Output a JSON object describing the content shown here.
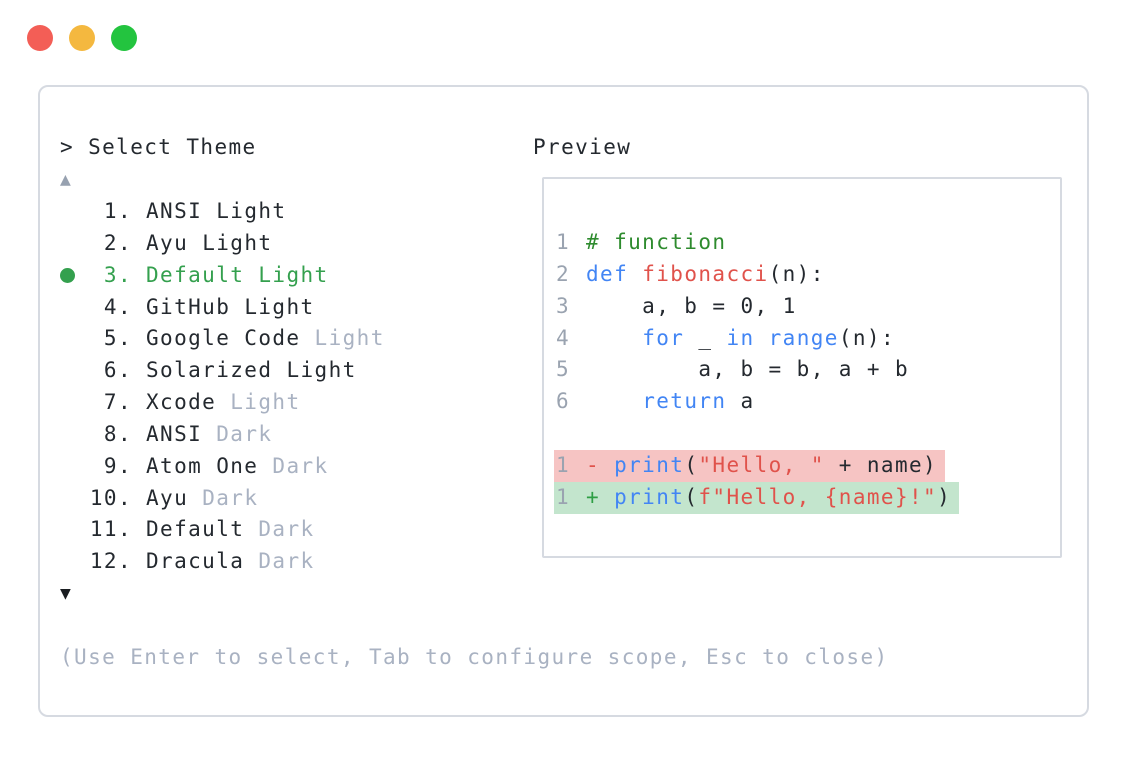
{
  "window": {
    "controls": {
      "close": "red",
      "minimize": "yellow",
      "zoom": "green"
    }
  },
  "prompt": {
    "text": "> Select Theme"
  },
  "scroll": {
    "up_symbol": "▲",
    "down_symbol": "▼"
  },
  "theme_list": {
    "items": [
      {
        "number": "1.",
        "name": "ANSI",
        "variant": "Light",
        "variant_muted": false,
        "selected": false
      },
      {
        "number": "2.",
        "name": "Ayu",
        "variant": "Light",
        "variant_muted": false,
        "selected": false
      },
      {
        "number": "3.",
        "name": "Default",
        "variant": "Light",
        "variant_muted": false,
        "selected": true
      },
      {
        "number": "4.",
        "name": "GitHub",
        "variant": "Light",
        "variant_muted": false,
        "selected": false
      },
      {
        "number": "5.",
        "name": "Google Code",
        "variant": "Light",
        "variant_muted": true,
        "selected": false
      },
      {
        "number": "6.",
        "name": "Solarized",
        "variant": "Light",
        "variant_muted": false,
        "selected": false
      },
      {
        "number": "7.",
        "name": "Xcode",
        "variant": "Light",
        "variant_muted": true,
        "selected": false
      },
      {
        "number": "8.",
        "name": "ANSI",
        "variant": "Dark",
        "variant_muted": true,
        "selected": false
      },
      {
        "number": "9.",
        "name": "Atom One",
        "variant": "Dark",
        "variant_muted": true,
        "selected": false
      },
      {
        "number": "10.",
        "name": "Ayu",
        "variant": "Dark",
        "variant_muted": true,
        "selected": false
      },
      {
        "number": "11.",
        "name": "Default",
        "variant": "Dark",
        "variant_muted": true,
        "selected": false
      },
      {
        "number": "12.",
        "name": "Dracula",
        "variant": "Dark",
        "variant_muted": true,
        "selected": false
      }
    ]
  },
  "preview": {
    "label": "Preview",
    "code_lines": [
      {
        "num": "1",
        "diff": null,
        "tokens": [
          [
            "comment",
            "# function"
          ]
        ]
      },
      {
        "num": "2",
        "diff": null,
        "tokens": [
          [
            "kw",
            "def"
          ],
          [
            "plain",
            " "
          ],
          [
            "fn",
            "fibonacci"
          ],
          [
            "plain",
            "(n):"
          ]
        ]
      },
      {
        "num": "3",
        "diff": null,
        "tokens": [
          [
            "plain",
            "    a, b = 0, 1"
          ]
        ]
      },
      {
        "num": "4",
        "diff": null,
        "tokens": [
          [
            "plain",
            "    "
          ],
          [
            "kw",
            "for"
          ],
          [
            "plain",
            " _ "
          ],
          [
            "kw",
            "in"
          ],
          [
            "plain",
            " "
          ],
          [
            "kw",
            "range"
          ],
          [
            "plain",
            "(n):"
          ]
        ]
      },
      {
        "num": "5",
        "diff": null,
        "tokens": [
          [
            "plain",
            "        a, b = b, a + b"
          ]
        ]
      },
      {
        "num": "6",
        "diff": null,
        "tokens": [
          [
            "plain",
            "    "
          ],
          [
            "kw",
            "return"
          ],
          [
            "plain",
            " a"
          ]
        ]
      },
      {
        "num": "",
        "diff": null,
        "tokens": []
      },
      {
        "num": "1",
        "diff": "del",
        "tokens": [
          [
            "sign-del",
            "- "
          ],
          [
            "kw",
            "print"
          ],
          [
            "plain",
            "("
          ],
          [
            "str",
            "\"Hello, \""
          ],
          [
            "plain",
            " + name)"
          ]
        ]
      },
      {
        "num": "1",
        "diff": "add",
        "tokens": [
          [
            "sign-add",
            "+ "
          ],
          [
            "kw",
            "print"
          ],
          [
            "plain",
            "("
          ],
          [
            "str",
            "f\"Hello, {name}!\""
          ],
          [
            "plain",
            ")"
          ]
        ]
      }
    ]
  },
  "help": {
    "text": "(Use Enter to select, Tab to configure scope, Esc to close)"
  },
  "colors": {
    "text": "#24292f",
    "muted": "#a9b2c2",
    "accent_green": "#34a04e",
    "comment_green": "#2e8b2e",
    "keyword_blue": "#4285f4",
    "string_red": "#e0524b",
    "line_number_gray": "#9aa3b0",
    "diff_del_bg": "#f6c4c3",
    "diff_add_bg": "#c3e5cd",
    "border": "#d6dae1",
    "traffic_red": "#f35e56",
    "traffic_yellow": "#f4b83f",
    "traffic_green": "#23c43f",
    "up_arrow": "#97a1b0",
    "down_arrow": "#1a1d21"
  }
}
